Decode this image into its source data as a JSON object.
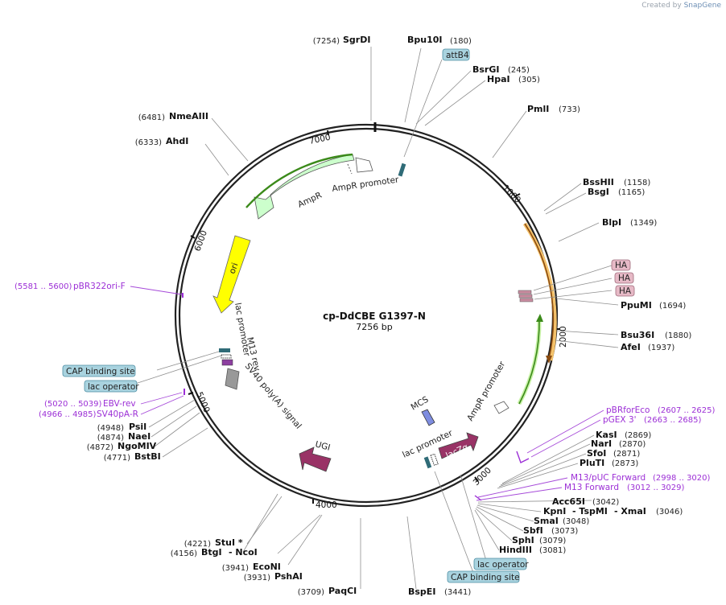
{
  "credit": {
    "created_by": "Created by",
    "brand": "SnapGene"
  },
  "plasmid": {
    "name": "cp-DdCBE G1397-N",
    "length": "7256 bp"
  },
  "ring_ticks": [
    "1000",
    "2000",
    "3000",
    "4000",
    "5000",
    "6000",
    "7000"
  ],
  "enzymes_right": [
    {
      "name": "Bpu10I",
      "pos": "(180)"
    },
    {
      "name": "BsrGI",
      "pos": "(245)"
    },
    {
      "name": "HpaI",
      "pos": "(305)"
    },
    {
      "name": "PmlI",
      "pos": "(733)"
    },
    {
      "name": "BssHII",
      "pos": "(1158)"
    },
    {
      "name": "BsgI",
      "pos": "(1165)"
    },
    {
      "name": "BlpI",
      "pos": "(1349)"
    },
    {
      "name": "PpuMI",
      "pos": "(1694)"
    },
    {
      "name": "Bsu36I",
      "pos": "(1880)"
    },
    {
      "name": "AfeI",
      "pos": "(1937)"
    },
    {
      "name": "KasI",
      "pos": "(2869)"
    },
    {
      "name": "NarI",
      "pos": "(2870)"
    },
    {
      "name": "SfoI",
      "pos": "(2871)"
    },
    {
      "name": "PluTI",
      "pos": "(2873)"
    },
    {
      "name": "Acc65I",
      "pos": "(3042)"
    },
    {
      "name": "KpnI",
      "pos": ""
    },
    {
      "name": "- TspMI",
      "pos": ""
    },
    {
      "name": "- XmaI",
      "pos": "(3046)"
    },
    {
      "name": "SmaI",
      "pos": "(3048)"
    },
    {
      "name": "SbfI",
      "pos": "(3073)"
    },
    {
      "name": "SphI",
      "pos": "(3079)"
    },
    {
      "name": "HindIII",
      "pos": "(3081)"
    },
    {
      "name": "BspEI",
      "pos": "(3441)"
    }
  ],
  "enzymes_left": [
    {
      "name": "SgrDI",
      "pos": "(7254)"
    },
    {
      "name": "NmeAIII",
      "pos": "(6481)"
    },
    {
      "name": "AhdI",
      "pos": "(6333)"
    },
    {
      "name": "PsiI",
      "pos": "(4948)"
    },
    {
      "name": "NaeI",
      "pos": "(4874)"
    },
    {
      "name": "NgoMIV",
      "pos": "(4872)"
    },
    {
      "name": "BstBI",
      "pos": "(4771)"
    },
    {
      "name": "StuI *",
      "pos": "(4221)"
    },
    {
      "name": "BtgI",
      "pos": "(4156)"
    },
    {
      "name": "- NcoI",
      "pos": ""
    },
    {
      "name": "EcoNI",
      "pos": "(3941)"
    },
    {
      "name": "PshAI",
      "pos": "(3931)"
    },
    {
      "name": "PaqCI",
      "pos": "(3709)"
    }
  ],
  "primers": [
    {
      "name": "pBR322ori-F",
      "pos": "(5581 .. 5600)"
    },
    {
      "name": "EBV-rev",
      "pos": "(5020 .. 5039)"
    },
    {
      "name": "SV40pA-R",
      "pos": "(4966 .. 4985)"
    },
    {
      "name": "pBRforEco",
      "pos": "(2607 .. 2625)"
    },
    {
      "name": "pGEX 3'",
      "pos": "(2663 .. 2685)"
    },
    {
      "name": "M13/pUC Forward",
      "pos": "(2998 .. 3020)"
    },
    {
      "name": "M13 Forward",
      "pos": "(3012 .. 3029)"
    }
  ],
  "boxed_features": [
    {
      "label": "attB4",
      "style": "blue"
    },
    {
      "label": "HA",
      "style": "pink"
    },
    {
      "label": "HA",
      "style": "pink"
    },
    {
      "label": "HA",
      "style": "pink"
    },
    {
      "label": "CAP binding site",
      "style": "blue"
    },
    {
      "label": "lac operator",
      "style": "blue"
    },
    {
      "label": "lac operator",
      "style": "blue"
    },
    {
      "label": "CAP binding site",
      "style": "blue"
    }
  ],
  "features": {
    "ampr": "AmpR",
    "ampr_promoter_top": "AmpR promoter",
    "ori": "ori",
    "lac_promoter_left": "lac promoter",
    "m13_rev": "M13 rev",
    "sv40": "SV40 poly(A) signal",
    "ugi": "UGI",
    "mcs": "MCS",
    "lac_promoter_bottom": "lac promoter",
    "lacz": "lacZα",
    "ampr_promoter_right": "AmpR promoter"
  },
  "colors": {
    "ampr": "#ccffcc",
    "ori": "#ffff00",
    "ugi": "#993366",
    "lacz": "#993366",
    "primer": "#9c2fd6",
    "boxed_blue": "#a9d3df",
    "boxed_pink": "#e6b9c6"
  }
}
